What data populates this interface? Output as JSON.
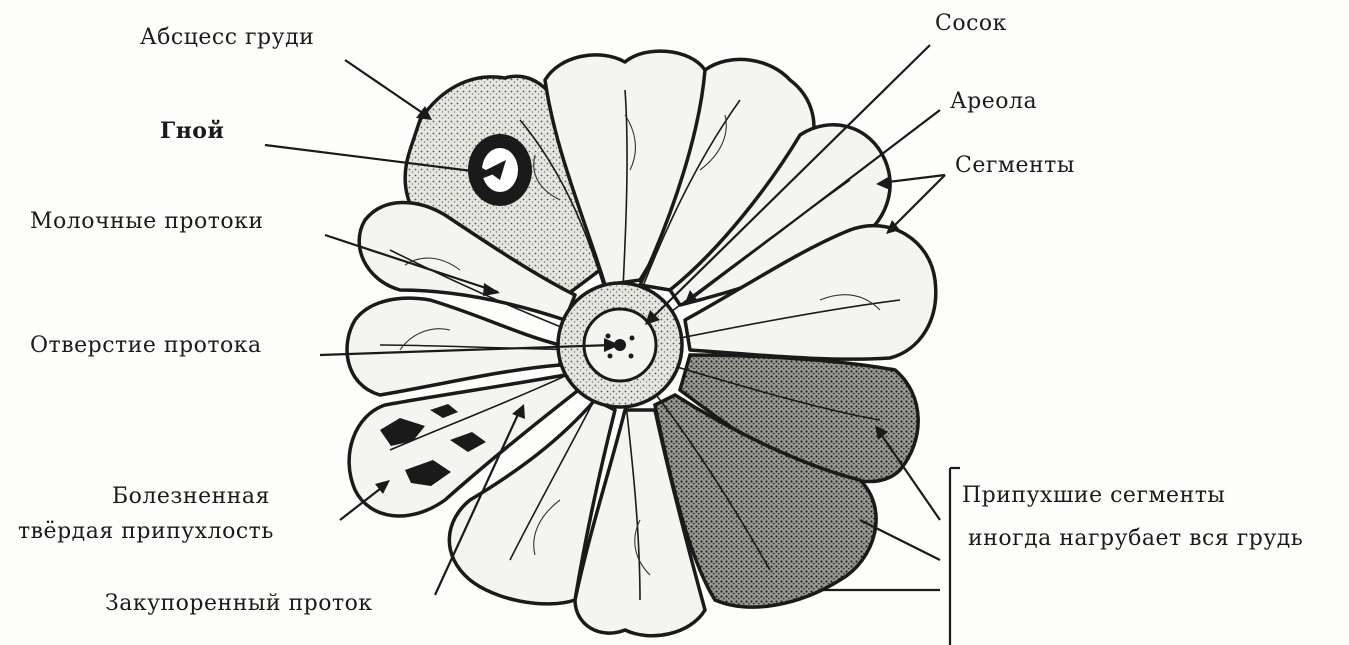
{
  "labels": {
    "abscess": "Абсцесс груди",
    "pus": "Гной",
    "milk_ducts": "Молочные протоки",
    "duct_opening": "Отверстие протока",
    "painful_lump_1": "Болезненная",
    "painful_lump_2": "твёрдая припухлость",
    "blocked_duct": "Закупоренный проток",
    "nipple": "Сосок",
    "areola": "Ареола",
    "segments": "Сегменты",
    "swollen_1": "Припухшие сегменты",
    "swollen_2": "иногда нагрубает вся грудь"
  },
  "colors": {
    "ink": "#1a1a1a",
    "paper": "#fdfdfb",
    "stipple": "#bdbdb6",
    "dark_fill": "#6a6a6a"
  }
}
